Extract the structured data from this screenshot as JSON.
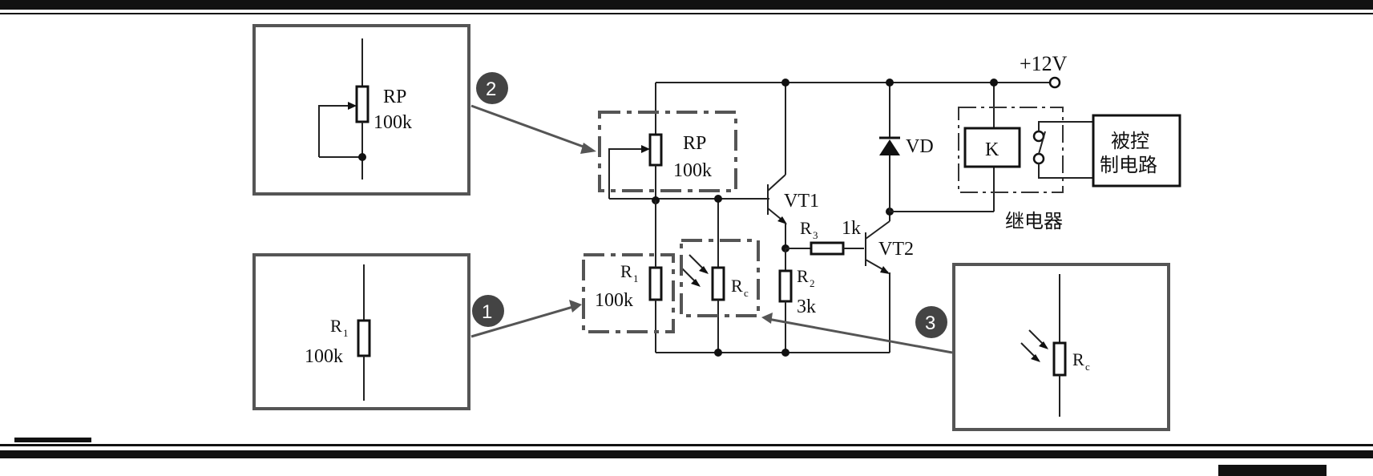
{
  "supply": {
    "label": "+12V"
  },
  "components": {
    "rp": {
      "name": "RP",
      "value": "100k"
    },
    "r1": {
      "name": "R",
      "sub": "1",
      "value": "100k"
    },
    "rc": {
      "name": "R",
      "sub": "c"
    },
    "r2": {
      "name": "R",
      "sub": "2",
      "value": "3k"
    },
    "r3": {
      "name": "R",
      "sub": "3",
      "value": "1k"
    },
    "vt1": {
      "name": "VT1"
    },
    "vt2": {
      "name": "VT2"
    },
    "vd": {
      "name": "VD"
    },
    "relay": {
      "coil": "K",
      "label": "继电器"
    },
    "load": {
      "line1": "被控",
      "line2": "制电路"
    }
  },
  "callouts": [
    {
      "number": "1",
      "component": "R1 100k"
    },
    {
      "number": "2",
      "component": "RP 100k"
    },
    {
      "number": "3",
      "component": "Rc"
    }
  ],
  "colors": {
    "line": "#222222",
    "frame": "#555555",
    "badge": "#444444"
  }
}
